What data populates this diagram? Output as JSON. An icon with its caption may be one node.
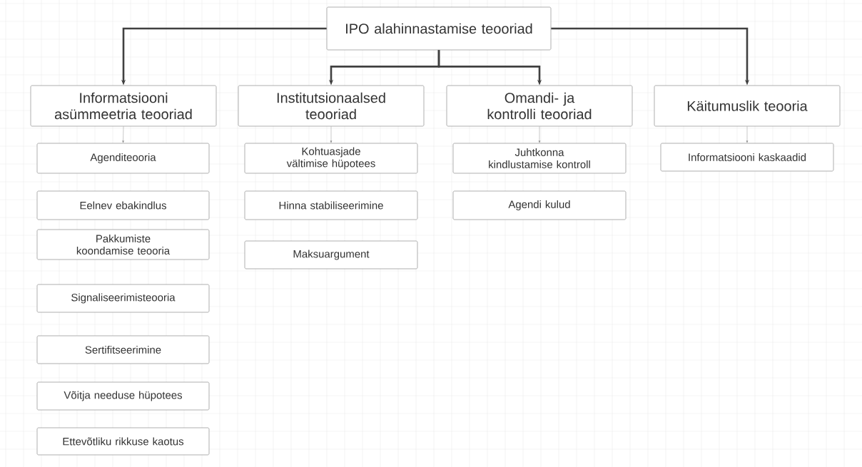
{
  "diagram": {
    "nodes": [
      {
        "text": [
          "IPO alahinnastamise teooriad"
        ]
      },
      {
        "text": [
          "Informatsiooni asümmeetria teooriad"
        ]
      },
      {
        "text": [
          "Institutsionaalsed teooriad"
        ]
      },
      {
        "text": [
          "Omandi- ja kontrolli teooriad"
        ]
      },
      {
        "text": [
          "Käitumuslik teooria"
        ]
      },
      {
        "text": [
          "Agenditeooria"
        ]
      },
      {
        "text": [
          "Kohtuasjade vältimise hüpotees"
        ]
      },
      {
        "text": [
          "Juhtkonna kindlustamise kontroll"
        ]
      },
      {
        "text": [
          "Informatsiooni kaskaadid"
        ]
      },
      {
        "text": [
          "Eelnev ebakindlus"
        ]
      },
      {
        "text": [
          "Hinna stabiliseerimine"
        ]
      },
      {
        "text": [
          "Agendi kulud"
        ]
      },
      {
        "text": [
          "Pakkumiste koondamise teooria"
        ]
      },
      {
        "text": [
          "Maksuargument"
        ]
      },
      {
        "text": [
          "Signaliseerimisteooria"
        ]
      },
      {
        "text": [
          "Sertifitseerimine"
        ]
      },
      {
        "text": [
          "Võitja needuse hüpotees"
        ]
      },
      {
        "text": [
          "Ettevõtliku rikkuse kaotus"
        ]
      }
    ],
    "edges": [
      {
        "from": 0,
        "to": 1,
        "arrow": "to",
        "style": "thick"
      },
      {
        "from": 0,
        "to": 2,
        "arrow": "to",
        "style": "thick"
      },
      {
        "from": 0,
        "to": 3,
        "arrow": "to",
        "style": "thick"
      },
      {
        "from": 0,
        "to": 4,
        "arrow": "to",
        "style": "thick"
      },
      {
        "from": 1,
        "to": 5,
        "arrow": "to"
      },
      {
        "from": 2,
        "to": 6,
        "arrow": "to"
      },
      {
        "from": 3,
        "to": 7,
        "arrow": "to"
      },
      {
        "from": 4,
        "to": 8,
        "arrow": "to"
      }
    ]
  }
}
